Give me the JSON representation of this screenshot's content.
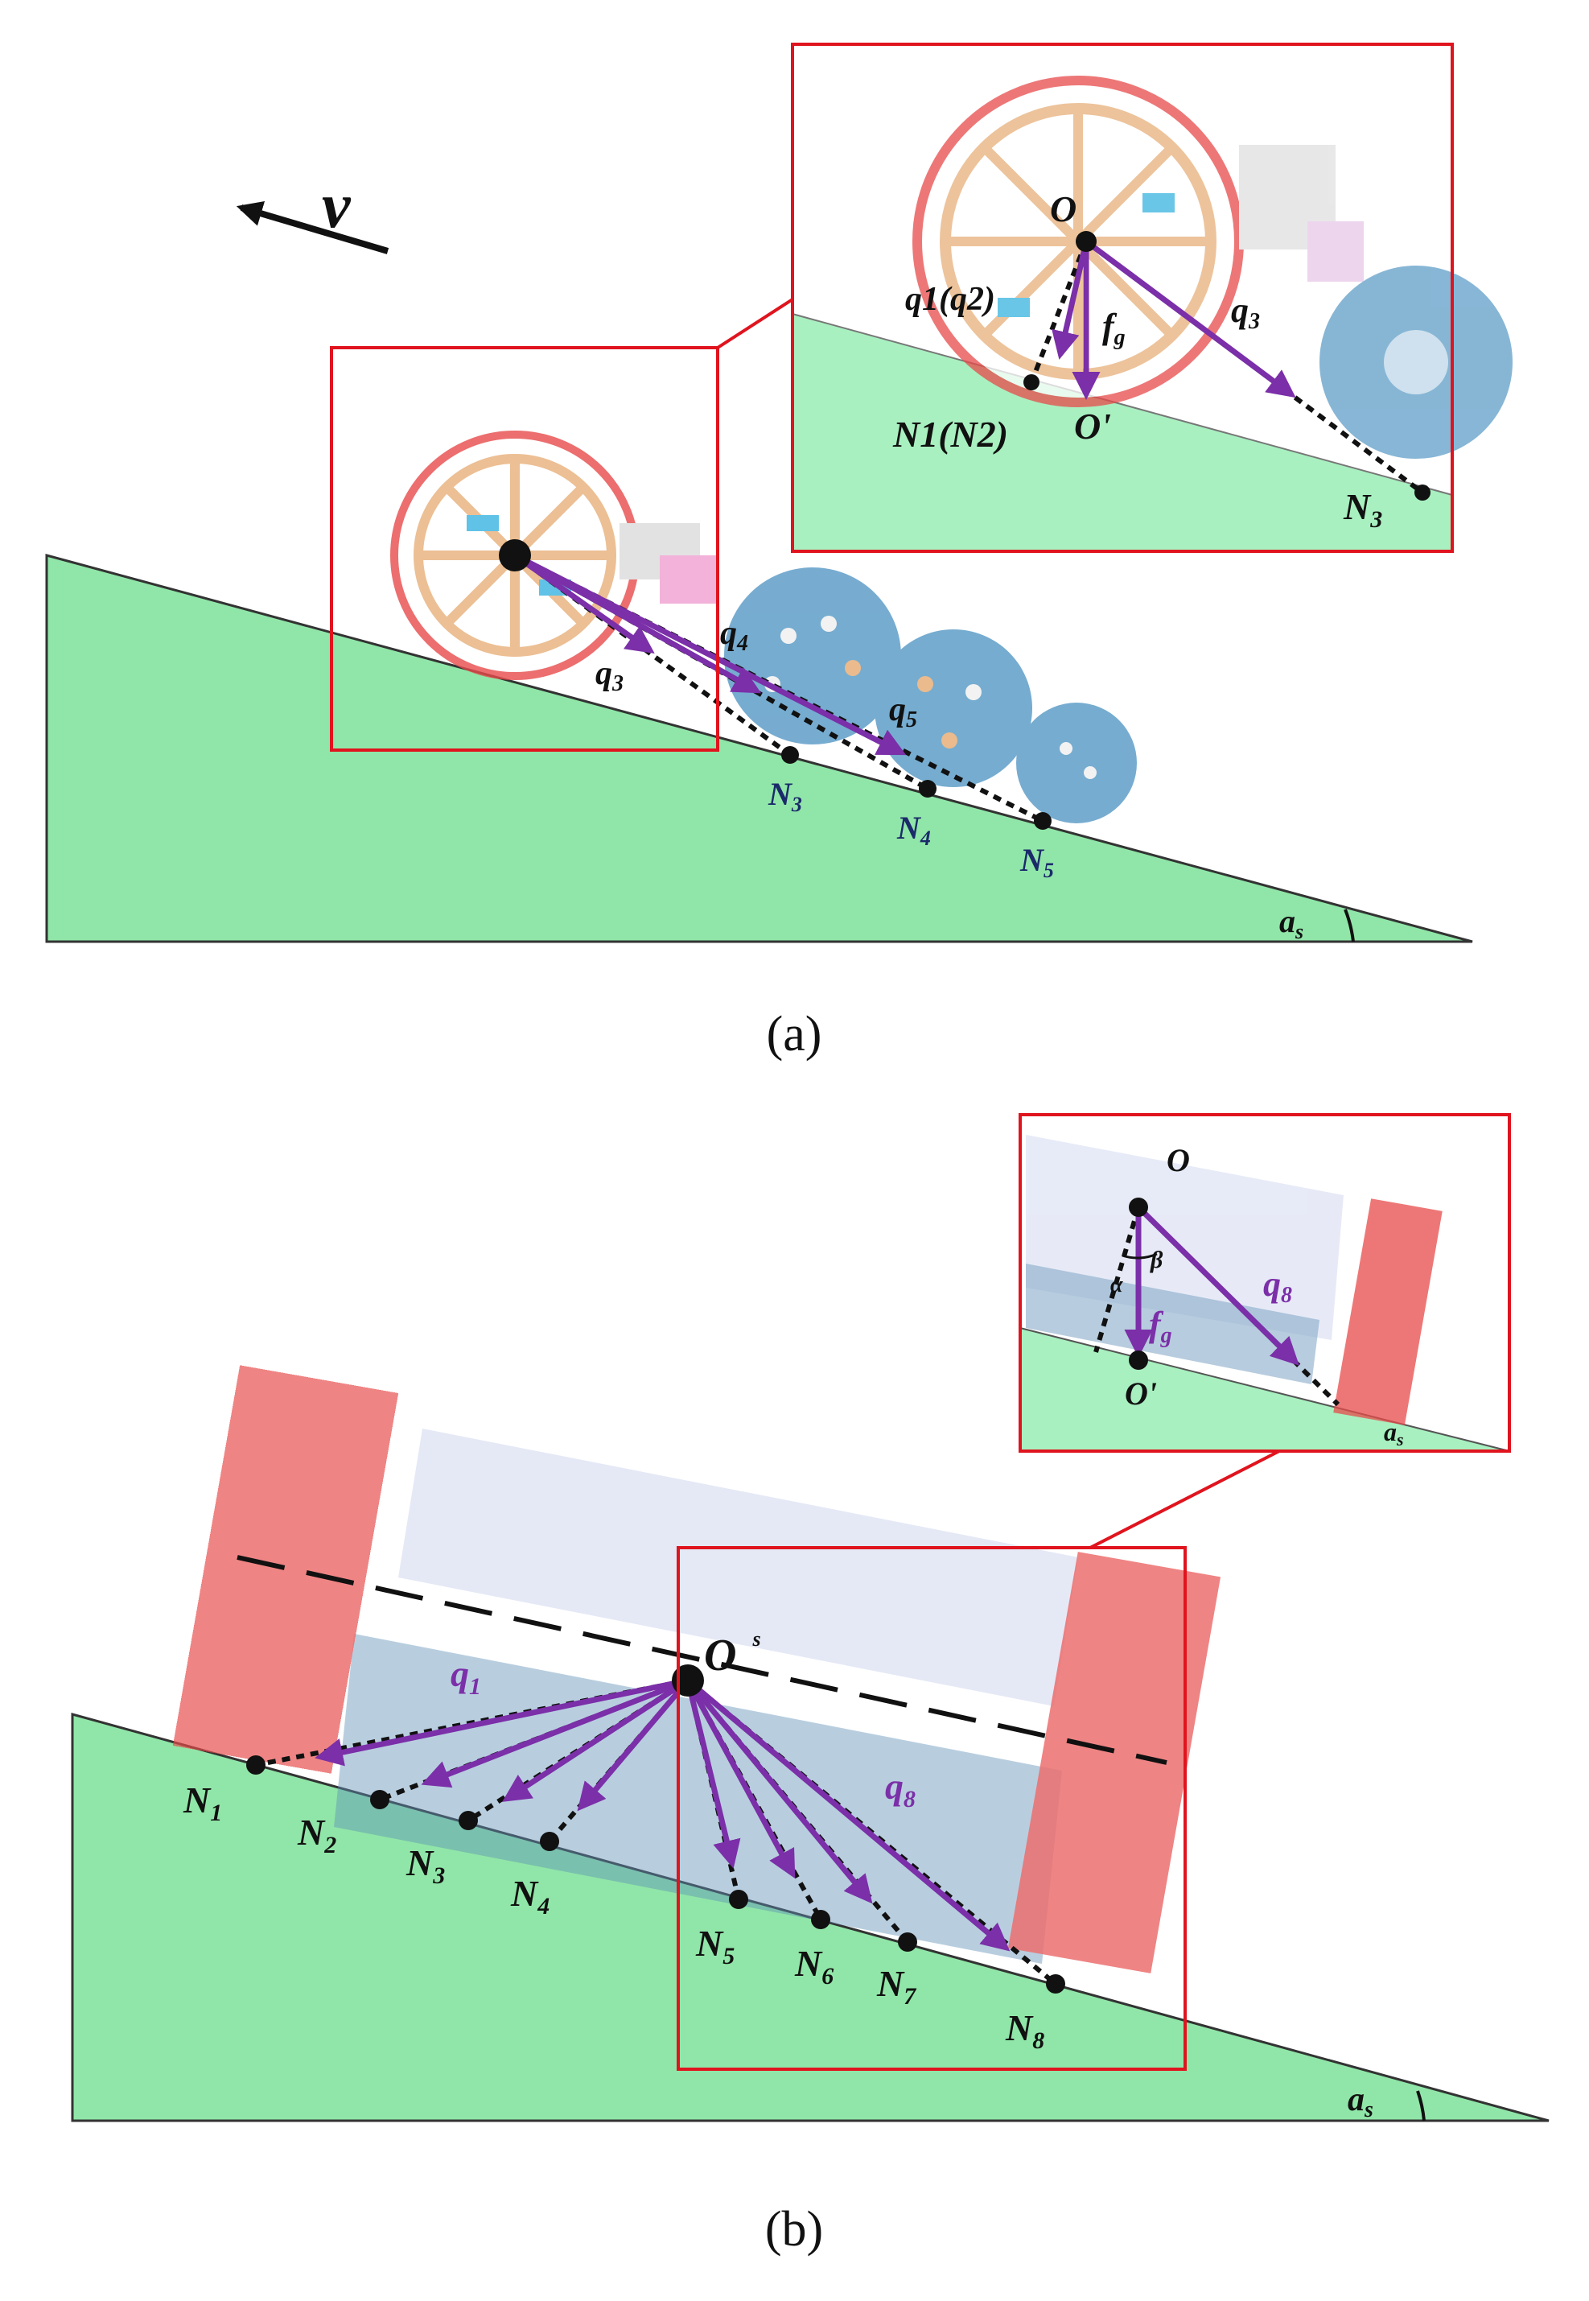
{
  "panel_a": {
    "caption": "(a)",
    "velocity_label": "v",
    "slope_angle": "a",
    "slope_angle_sub": "s",
    "points": {
      "N3": {
        "main": "N",
        "sub": "3"
      },
      "N4": {
        "main": "N",
        "sub": "4"
      },
      "N5": {
        "main": "N",
        "sub": "5"
      }
    },
    "vectors": {
      "q3": {
        "main": "q",
        "sub": "3"
      },
      "q4": {
        "main": "q",
        "sub": "4"
      },
      "q5": {
        "main": "q",
        "sub": "5"
      }
    },
    "inset": {
      "center": "O",
      "projection": "O'",
      "q12": "q1(q2)",
      "fg": {
        "main": "f",
        "sub": "g"
      },
      "q3": {
        "main": "q",
        "sub": "3"
      },
      "N12": "N1(N2)",
      "N3": {
        "main": "N",
        "sub": "3"
      }
    }
  },
  "panel_b": {
    "caption": "(b)",
    "center": {
      "main": "O",
      "sup": "s"
    },
    "slope_angle": "a",
    "slope_angle_sub": "s",
    "points": [
      {
        "main": "N",
        "sub": "1"
      },
      {
        "main": "N",
        "sub": "2"
      },
      {
        "main": "N",
        "sub": "3"
      },
      {
        "main": "N",
        "sub": "4"
      },
      {
        "main": "N",
        "sub": "5"
      },
      {
        "main": "N",
        "sub": "6"
      },
      {
        "main": "N",
        "sub": "7"
      },
      {
        "main": "N",
        "sub": "8"
      }
    ],
    "vectors": {
      "q1": {
        "main": "q",
        "sub": "1"
      },
      "q8": {
        "main": "q",
        "sub": "8"
      }
    },
    "inset": {
      "center": "O",
      "projection": "O'",
      "beta": "β",
      "alpha": "α",
      "fg": {
        "main": "f",
        "sub": "g"
      },
      "q8": {
        "main": "q",
        "sub": "8"
      },
      "slope_angle": "a",
      "slope_angle_sub": "s"
    }
  },
  "colors": {
    "ground": "#90e6a8",
    "vector": "#7b2fa8",
    "zoom_box": "#e0141e",
    "wheel_red": "#e84a4a",
    "wheel_orange": "#e8b07a",
    "wheel_blue": "#5f9ec8"
  }
}
